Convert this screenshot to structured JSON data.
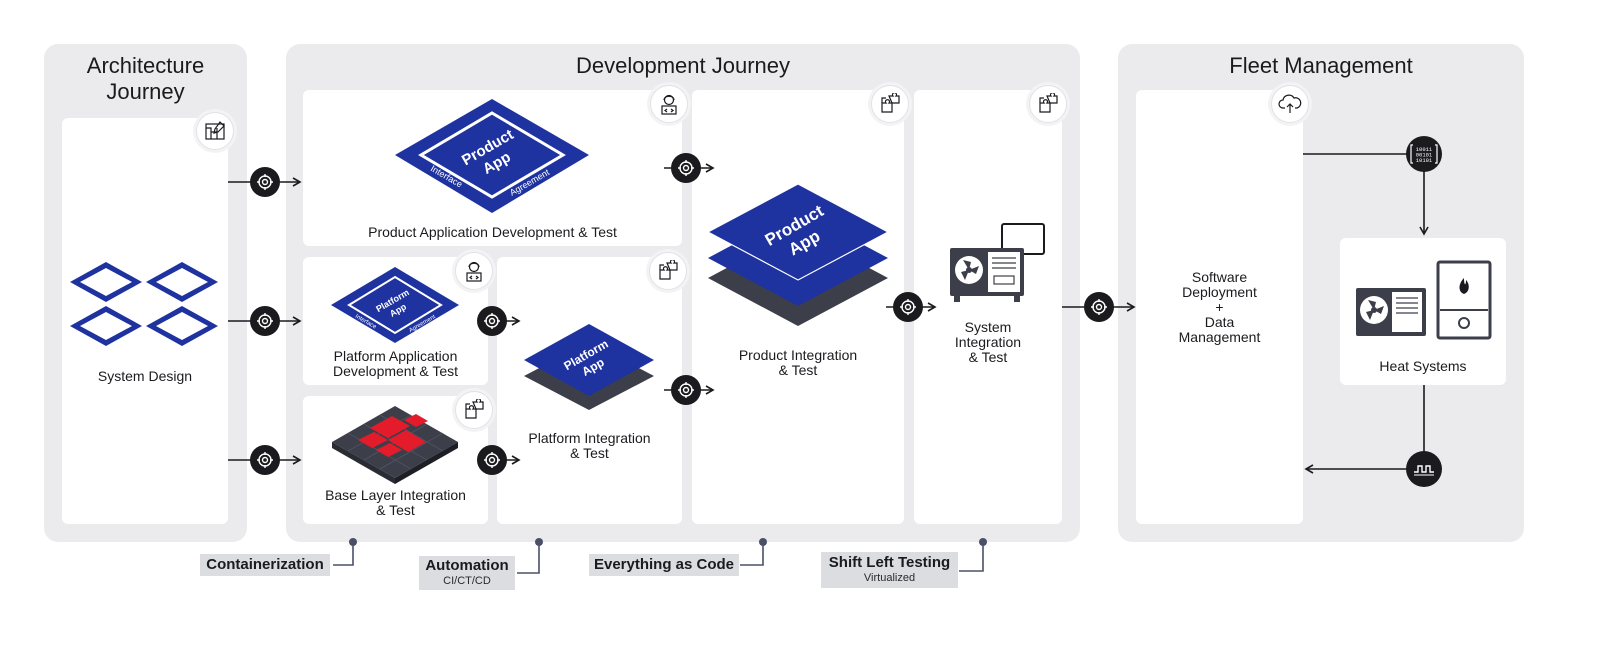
{
  "panels": {
    "architecture": {
      "title_line1": "Architecture",
      "title_line2": "Journey"
    },
    "development": {
      "title": "Development Journey"
    },
    "fleet": {
      "title": "Fleet Management"
    }
  },
  "labels": {
    "system_design": "System Design",
    "product_app_dev": "Product Application Development & Test",
    "platform_app_dev_line1": "Platform Application",
    "platform_app_dev_line2": "Development & Test",
    "base_layer_line1": "Base Layer Integration",
    "base_layer_line2": "& Test",
    "platform_integration_line1": "Platform Integration",
    "platform_integration_line2": "& Test",
    "product_integration_line1": "Product Integration",
    "product_integration_line2": "& Test",
    "system_integration_line1": "System",
    "system_integration_line2": "Integration",
    "system_integration_line3": "& Test",
    "software_deployment_line1": "Software",
    "software_deployment_line2": "Deployment",
    "software_deployment_line3": "+",
    "software_deployment_line4": "Data",
    "software_deployment_line5": "Management",
    "heat_systems": "Heat Systems"
  },
  "tiles": {
    "product_app": {
      "line1": "Product",
      "line2": "App",
      "left": "Interface",
      "right": "Agreement"
    },
    "platform_app": {
      "line1": "Platform",
      "line2": "App",
      "left": "Interface",
      "right": "Agreement"
    },
    "platform_stack": {
      "line1": "Platform",
      "line2": "App"
    },
    "product_stack": {
      "line1": "Product",
      "line2": "App"
    }
  },
  "binary_digits": {
    "row1": "10011",
    "row2": "00101",
    "row3": "10101"
  },
  "tags": {
    "containerization": {
      "label": "Containerization"
    },
    "automation": {
      "label": "Automation",
      "sub": "CI/CT/CD"
    },
    "everything_as_code": {
      "label": "Everything as Code"
    },
    "shift_left": {
      "label": "Shift Left Testing",
      "sub": "Virtualized"
    }
  },
  "colors": {
    "panel_bg": "#ebebed",
    "brand_blue": "#1e32a0",
    "accent_red": "#e31b2b",
    "dark": "#1b1b1f",
    "tag_bg": "#dcdde1",
    "connector": "#4a5068"
  },
  "icons": [
    "blueprint-icon",
    "developer-icon",
    "puzzle-icon",
    "cloud-upload-icon",
    "binary-data-icon",
    "waveform-icon",
    "gear-target-icon"
  ]
}
